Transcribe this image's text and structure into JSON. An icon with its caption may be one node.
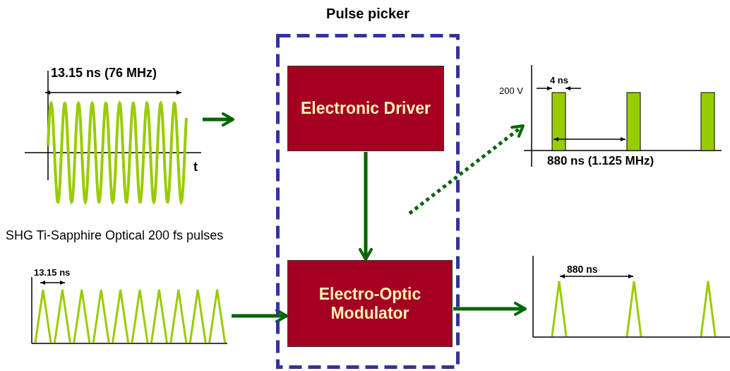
{
  "diagram": {
    "nodes": [
      {
        "text": [
          "Pulse picker"
        ]
      },
      {
        "text": [
          "Electronic Driver"
        ],
        "in": 0
      },
      {
        "text": [
          "Electro-Optic Modulator"
        ],
        "in": 0
      },
      {
        "text": [],
        "shape": "picture"
      },
      {
        "text": [],
        "shape": "picture"
      },
      {
        "text": [],
        "shape": "picture"
      },
      {
        "text": [],
        "shape": "picture"
      }
    ],
    "edges": [
      {
        "from": 3,
        "to": null,
        "arrow": "to"
      },
      {
        "from": 4,
        "to": 2,
        "arrow": "to"
      },
      {
        "from": 1,
        "to": 2,
        "arrow": "to"
      },
      {
        "from": null,
        "to": 5,
        "arrow": "to",
        "style": "dashed"
      },
      {
        "from": 2,
        "to": 6,
        "arrow": "to"
      }
    ],
    "labels": [
      "13.15 ns (76 MHz)",
      "t",
      "SHG Ti-Sapphire Optical 200 fs pulses",
      "13.15 ns",
      "200 V",
      "4 ns",
      "880 ns (1.125 MHz)",
      "880 ns"
    ]
  }
}
